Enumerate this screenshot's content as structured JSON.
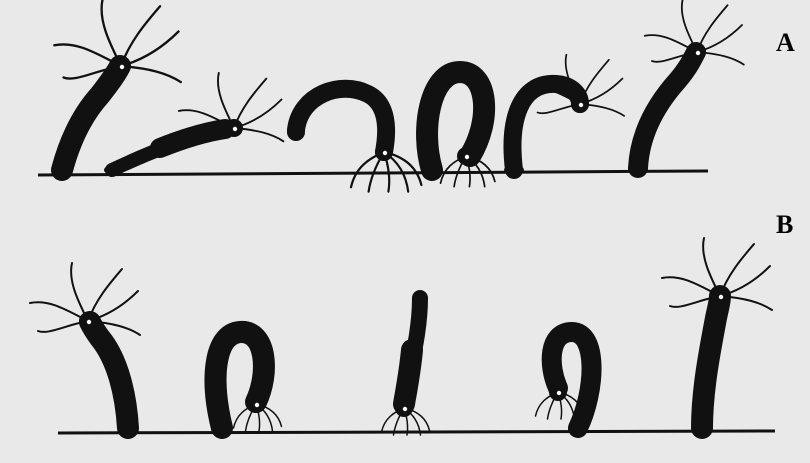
{
  "figure": {
    "background": "#e9e9e9",
    "ink": "#111111",
    "panels": [
      {
        "label": "A",
        "stages": [
          "upright-tentacles-up",
          "leaning-body",
          "arched-tentacles-down",
          "hoop",
          "arched-tentacles-up",
          "upright-tentacles-up"
        ]
      },
      {
        "label": "B",
        "stages": [
          "upright-tentacles-up",
          "hoop-tentacles-down",
          "inverted-stand",
          "hoop-tentacles-down",
          "upright-tentacles-up"
        ]
      }
    ]
  }
}
